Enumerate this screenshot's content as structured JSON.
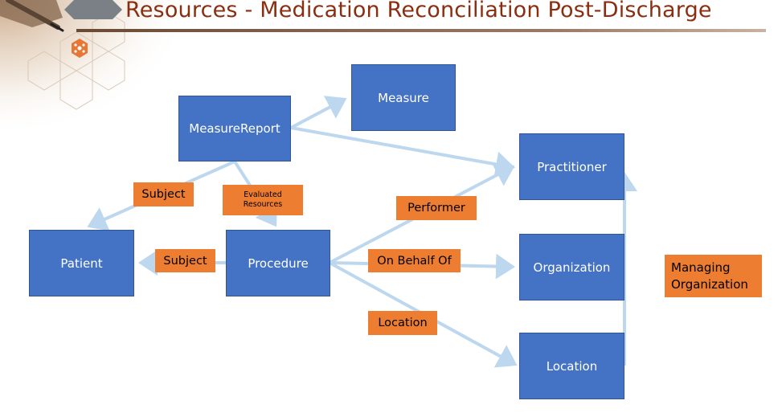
{
  "title": "Resources - Medication Reconciliation Post-Discharge",
  "icons": {
    "corner": "pen-on-parchment-icon",
    "badge": "hexagon-network-icon"
  },
  "colors": {
    "title": "#8b2e10",
    "box": "#4472c4",
    "tag": "#ed7d31",
    "arrow": "#bdd7ee"
  },
  "boxes": {
    "measure_report": "MeasureReport",
    "measure": "Measure",
    "practitioner": "Practitioner",
    "patient": "Patient",
    "procedure": "Procedure",
    "organization": "Organization",
    "location": "Location"
  },
  "tags": {
    "subject_report": "Subject",
    "evaluated_line1": "Evaluated",
    "evaluated_line2": "Resources",
    "performer": "Performer",
    "subject_procedure": "Subject",
    "on_behalf_of": "On Behalf Of",
    "location": "Location",
    "managing_line1": "Managing",
    "managing_line2": "Organization"
  }
}
